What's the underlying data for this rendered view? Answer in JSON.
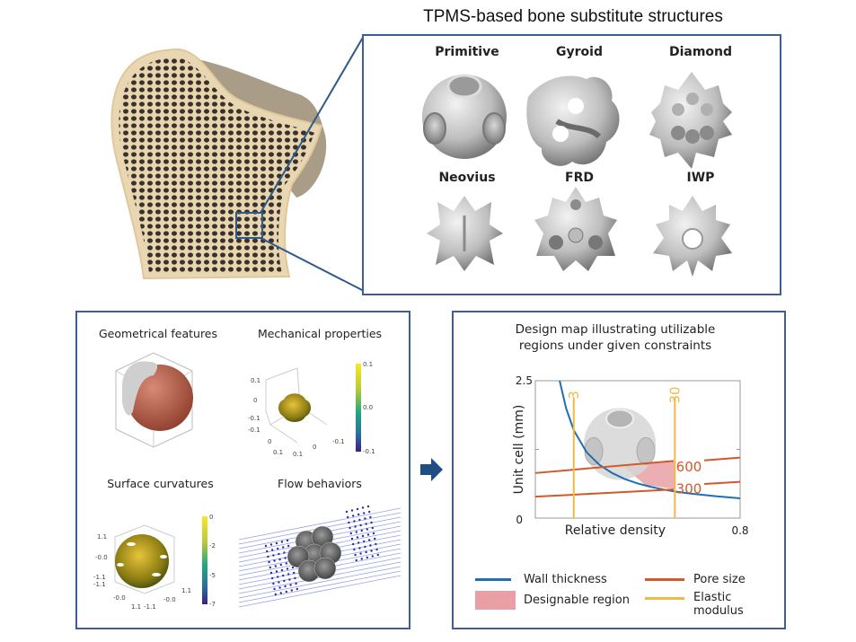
{
  "figure": {
    "title": "TPMS-based bone substitute structures"
  },
  "bone": {
    "label": "trabecular-bone-illustration"
  },
  "structures": [
    {
      "name": "Primitive"
    },
    {
      "name": "Gyroid"
    },
    {
      "name": "Diamond"
    },
    {
      "name": "Neovius"
    },
    {
      "name": "FRD"
    },
    {
      "name": "IWP"
    }
  ],
  "analyses": {
    "geometrical": {
      "title": "Geometrical features"
    },
    "mechanical": {
      "title": "Mechanical properties",
      "axis_ticks": [
        "0.1",
        "0",
        "-0.1",
        "-0.1",
        "0",
        "0.1",
        "0.1",
        "0",
        "-0.1"
      ],
      "colorbar": [
        "0.1",
        "0.0",
        "-0.1"
      ]
    },
    "curvature": {
      "title": "Surface curvatures",
      "axis_ticks": [
        "1.1",
        "-0.0",
        "-1.1",
        "-1.1",
        "-0.0",
        "1.1",
        "-1.1",
        "-0.0",
        "1.1"
      ],
      "colorbar": [
        "0",
        "-2",
        "-5",
        "-7"
      ]
    },
    "flow": {
      "title": "Flow behaviors"
    }
  },
  "arrow": {
    "icon": "right-arrow-icon"
  },
  "colors": {
    "frame": "#3e5f93",
    "wall_thickness": "#1f6fb2",
    "pore_size": "#d4582a",
    "elastic_modulus": "#f0b94a",
    "designable_region": "#e8a0a4"
  },
  "chart_data": {
    "type": "line",
    "title": "Design map illustrating utilizable regions under given constraints",
    "title_lines": [
      "Design map illustrating utilizable",
      "regions under given constraints"
    ],
    "xlabel": "Relative density",
    "ylabel": "Unit cell (mm)",
    "xlim": [
      0,
      0.8
    ],
    "ylim": [
      0,
      2.5
    ],
    "x_tick_labels": [
      "0.8"
    ],
    "y_tick_labels": [
      "2.5",
      "0"
    ],
    "series": [
      {
        "name": "Wall thickness",
        "kind": "curve",
        "x": [
          0.095,
          0.12,
          0.15,
          0.2,
          0.25,
          0.3,
          0.35,
          0.4,
          0.45,
          0.5,
          0.55,
          0.6,
          0.7,
          0.8
        ],
        "y": [
          2.5,
          2.0,
          1.6,
          1.2,
          0.97,
          0.82,
          0.71,
          0.63,
          0.57,
          0.52,
          0.48,
          0.45,
          0.4,
          0.36
        ]
      },
      {
        "name": "Pore size",
        "label": "600",
        "kind": "line",
        "x": [
          0,
          0.54
        ],
        "y": [
          0.82,
          1.04
        ]
      },
      {
        "name": "Pore size",
        "label": "600",
        "kind": "line",
        "x": [
          0.66,
          0.8
        ],
        "y": [
          1.05,
          1.1
        ]
      },
      {
        "name": "Pore size",
        "label": "300",
        "kind": "line",
        "x": [
          0,
          0.54
        ],
        "y": [
          0.39,
          0.52
        ]
      },
      {
        "name": "Pore size",
        "label": "300",
        "kind": "line",
        "x": [
          0.66,
          0.8
        ],
        "y": [
          0.62,
          0.66
        ]
      },
      {
        "name": "Elastic modulus",
        "label": "3",
        "kind": "vline",
        "x": [
          0.15,
          0.15
        ],
        "y": [
          0,
          2.2
        ]
      },
      {
        "name": "Elastic modulus",
        "label": "30",
        "kind": "vline",
        "x": [
          0.545,
          0.545
        ],
        "y": [
          0,
          2.2
        ]
      }
    ],
    "designable_region": {
      "x": [
        0.34,
        0.545,
        0.545,
        0.43
      ],
      "y": [
        0.95,
        1.04,
        0.53,
        0.6
      ]
    },
    "annotations": [
      "3",
      "30",
      "600",
      "300"
    ],
    "legend": [
      {
        "label": "Wall thickness",
        "type": "line"
      },
      {
        "label": "Pore size",
        "type": "line"
      },
      {
        "label": "Designable region",
        "type": "patch"
      },
      {
        "label": "Elastic modulus",
        "type": "line"
      }
    ],
    "legend_position": "bottom"
  }
}
